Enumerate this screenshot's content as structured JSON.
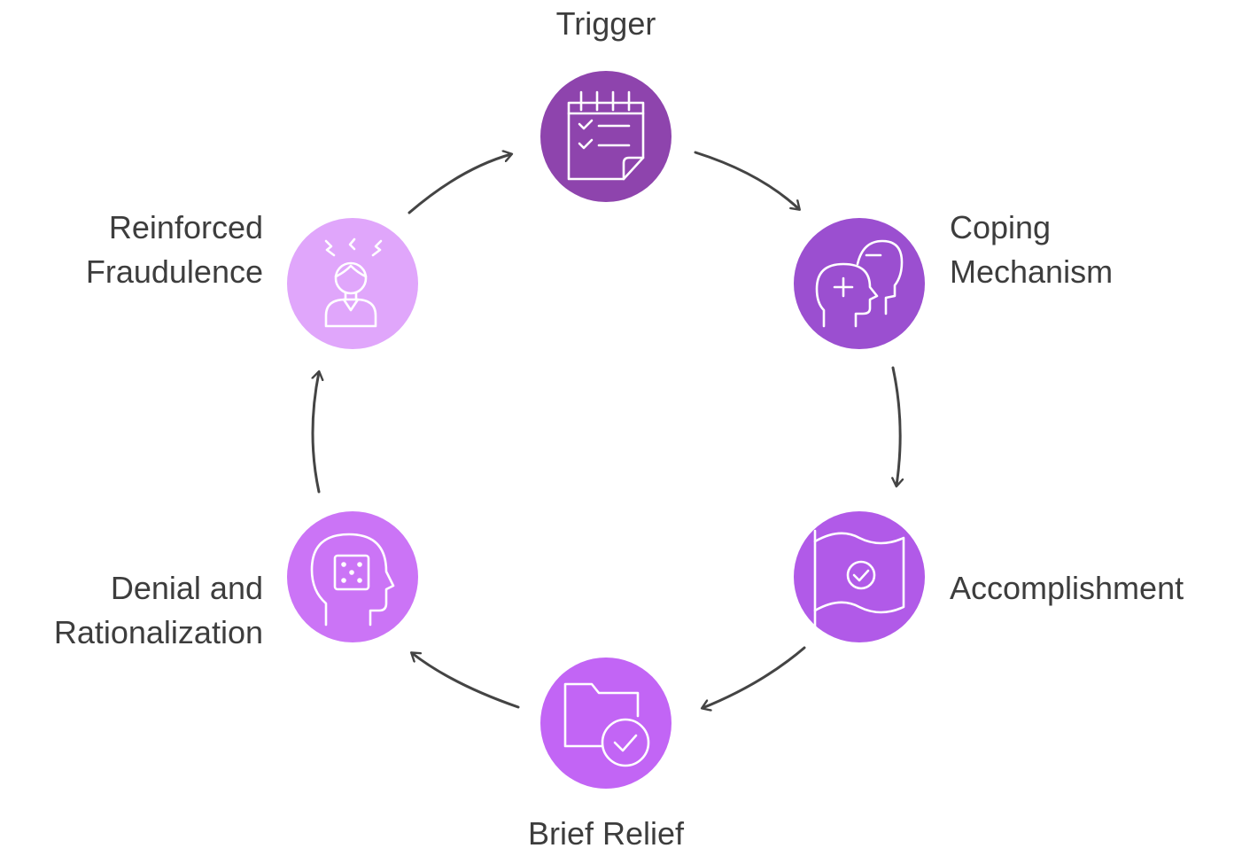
{
  "colors": {
    "trigger": "#8e44ad",
    "coping": "#9b4fd0",
    "accomplishment": "#b15ae8",
    "relief": "#c265f5",
    "denial": "#cb74f6",
    "reinforced": "#e0a6fb",
    "icon_stroke": "#ffffff",
    "arrow": "#444444",
    "label": "#3d3d3d"
  },
  "steps": [
    {
      "id": "trigger",
      "label": [
        "Trigger"
      ],
      "icon": "calendar-checklist-icon"
    },
    {
      "id": "coping",
      "label": [
        "Coping",
        "Mechanism"
      ],
      "icon": "two-heads-plus-minus-icon"
    },
    {
      "id": "accomplishment",
      "label": [
        "Accomplishment"
      ],
      "icon": "flag-check-icon"
    },
    {
      "id": "relief",
      "label": [
        "Brief Relief"
      ],
      "icon": "folder-check-icon"
    },
    {
      "id": "denial",
      "label": [
        "Denial and",
        "Rationalization"
      ],
      "icon": "head-dice-icon"
    },
    {
      "id": "reinforced",
      "label": [
        "Reinforced",
        "Fraudulence"
      ],
      "icon": "stressed-person-icon"
    }
  ]
}
